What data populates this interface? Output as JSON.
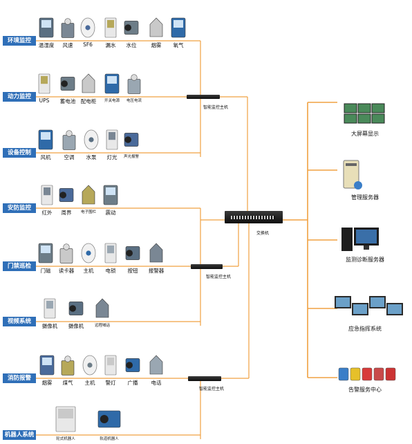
{
  "colors": {
    "line": "#f0a040",
    "category_bg": "#2f6fb8",
    "trunk": "#f08a1c"
  },
  "categories": [
    {
      "label": "环境监控",
      "items": [
        "温湿度",
        "风速",
        "SF6",
        "漏水",
        "水位",
        "烟雾",
        "氧气"
      ]
    },
    {
      "label": "动力监控",
      "items": [
        "UPS",
        "蓄电池",
        "配电柜",
        "开关电源",
        "电压电流"
      ]
    },
    {
      "label": "设备控制",
      "items": [
        "风机",
        "空调",
        "水泵",
        "灯光",
        "声光报警"
      ]
    },
    {
      "label": "安防监控",
      "items": [
        "红外",
        "周界",
        "电子围栏",
        "震动"
      ]
    },
    {
      "label": "门禁巡检",
      "items": [
        "门磁",
        "读卡器",
        "主机",
        "电锁",
        "按钮",
        "报警器"
      ]
    },
    {
      "label": "视频系统",
      "items": [
        "摄像机",
        "摄像机",
        "远程喊话"
      ]
    },
    {
      "label": "消防报警",
      "items": [
        "烟雾",
        "煤气",
        "主机",
        "警灯",
        "广播",
        "电话"
      ]
    },
    {
      "label": "机器人系统",
      "items": [
        "轮式机器人",
        "轨道机器人"
      ]
    }
  ],
  "hubs": {
    "top": "智能监控主机",
    "middle": "智能监控主机",
    "bottom": "智能监控主机",
    "switch": "交换机"
  },
  "outputs": [
    "大屏幕显示",
    "管理服务器",
    "监测诊断服务器",
    "应急指挥系统",
    "告警服务中心"
  ]
}
